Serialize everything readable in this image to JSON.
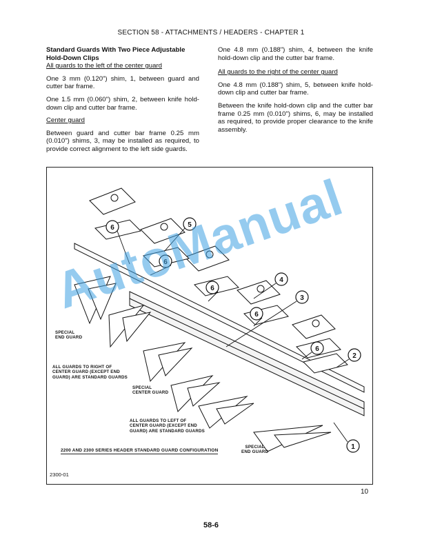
{
  "header": {
    "section": "SECTION 58 - ATTACHMENTS / HEADERS - CHAPTER 1"
  },
  "left_column": {
    "heading_line1": "Standard Guards With Two Piece Adjustable",
    "heading_line2": "Hold-Down Clips",
    "subhead_left": "All guards to the left of the center guard",
    "para1": "One 3 mm (0.120\") shim, 1, between guard and cutter bar frame.",
    "para2": "One 1.5 mm (0.060\") shim, 2, between knife hold-down clip and cutter bar frame.",
    "subhead_center": "Center guard",
    "para3": "Between guard and cutter bar frame 0.25 mm (0.010\") shims, 3, may be installed as required, to provide correct alignment to the left side guards."
  },
  "right_column": {
    "para4": "One 4.8 mm (0.188\") shim, 4, between the knife hold-down clip and the cutter bar frame.",
    "subhead_right": "All guards to the right of the center guard",
    "para5": "One 4.8 mm (0.188\") shim, 5, between knife hold-down clip and cutter bar frame.",
    "para6": "Between the knife hold-down clip and the cutter bar frame 0.25 mm (0.010\") shims, 6, may be installed as required, to provide proper clearance to the knife assembly."
  },
  "figure": {
    "callouts": [
      "6",
      "5",
      "6",
      "6",
      "4",
      "3",
      "6",
      "6",
      "2",
      "1"
    ],
    "labels": {
      "special_end_guard_top": "SPECIAL\nEND GUARD",
      "all_right": "ALL GUARDS TO RIGHT OF\nCENTER GUARD (EXCEPT END\nGUARD) ARE STANDARD GUARDS",
      "special_center": "SPECIAL\nCENTER GUARD",
      "all_left": "ALL GUARDS TO LEFT OF\nCENTER GUARD (EXCEPT END\nGUARD) ARE STANDARD GUARDS",
      "special_end_guard_bottom": "SPECIAL\nEND GUARD"
    },
    "caption": "2200 AND 2300 SERIES HEADER STANDARD GUARD CONFIGURATION",
    "figure_id": "2300-01",
    "watermark": "AutoManual"
  },
  "footer": {
    "small_page": "10",
    "page_number": "58-6"
  }
}
